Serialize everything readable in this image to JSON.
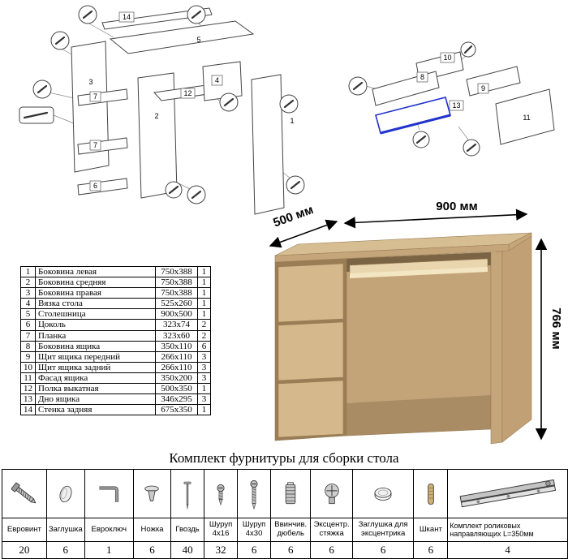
{
  "parts_table": {
    "rows": [
      {
        "num": "1",
        "name": "Боковина левая",
        "size": "750x388",
        "qty": "1"
      },
      {
        "num": "2",
        "name": "Боковина средняя",
        "size": "750x388",
        "qty": "1"
      },
      {
        "num": "3",
        "name": "Боковина правая",
        "size": "750x388",
        "qty": "1"
      },
      {
        "num": "4",
        "name": "Вязка стола",
        "size": "525x260",
        "qty": "1"
      },
      {
        "num": "5",
        "name": "Столешница",
        "size": "900x500",
        "qty": "1"
      },
      {
        "num": "6",
        "name": "Цоколь",
        "size": "323x74",
        "qty": "2"
      },
      {
        "num": "7",
        "name": "Планка",
        "size": "323x60",
        "qty": "2"
      },
      {
        "num": "8",
        "name": "Боковина ящика",
        "size": "350x110",
        "qty": "6"
      },
      {
        "num": "9",
        "name": "Щит ящика передний",
        "size": "266x110",
        "qty": "3"
      },
      {
        "num": "10",
        "name": "Щит ящика задний",
        "size": "266x110",
        "qty": "3"
      },
      {
        "num": "11",
        "name": "Фасад ящика",
        "size": "350x200",
        "qty": "3"
      },
      {
        "num": "12",
        "name": "Полка выкатная",
        "size": "500x350",
        "qty": "1"
      },
      {
        "num": "13",
        "name": "Дно ящика",
        "size": "346x295",
        "qty": "3"
      },
      {
        "num": "14",
        "name": "Стенка задняя",
        "size": "675x350",
        "qty": "1"
      }
    ]
  },
  "desk": {
    "width_label": "900 мм",
    "depth_label": "500 мм",
    "height_label": "766 мм"
  },
  "diagram_left": {
    "labels": {
      "p14": "14",
      "p5": "5",
      "p3": "3",
      "p7a": "7",
      "p7b": "7",
      "p6": "6",
      "p2": "2",
      "p12": "12",
      "p4": "4",
      "p1": "1"
    }
  },
  "diagram_right": {
    "labels": {
      "p10": "10",
      "p8": "8",
      "p13": "13",
      "p9": "9",
      "p11": "11"
    }
  },
  "hardware": {
    "title": "Комплект фурнитуры для сборки стола",
    "items": [
      {
        "name": "Евровинт",
        "qty": "20",
        "icon": "euroscrew"
      },
      {
        "name": "Заглушка",
        "qty": "6",
        "icon": "cap"
      },
      {
        "name": "Евроключ",
        "qty": "1",
        "icon": "hexkey"
      },
      {
        "name": "Ножка",
        "qty": "6",
        "icon": "leg"
      },
      {
        "name": "Гвоздь",
        "qty": "40",
        "icon": "nail"
      },
      {
        "name": "Шуруп 4x16",
        "qty": "32",
        "icon": "screw-small"
      },
      {
        "name": "Шуруп 4x30",
        "qty": "6",
        "icon": "screw-long"
      },
      {
        "name": "Ввинчив. дюбель",
        "qty": "6",
        "icon": "threaded-dowel"
      },
      {
        "name": "Эксцентр. стяжка",
        "qty": "6",
        "icon": "eccentric-cam"
      },
      {
        "name": "Заглушка для эксцентрика",
        "qty": "6",
        "icon": "cam-cap"
      },
      {
        "name": "Шкант",
        "qty": "6",
        "icon": "wood-dowel"
      },
      {
        "name": "Комплект роликовых направляющих L=350мм",
        "qty": "4",
        "icon": "rail"
      }
    ]
  },
  "colors": {
    "wood_top": "#d7bd92",
    "wood_edge": "#c5a67b",
    "wood_side": "#c0a074",
    "wood_interior": "#c3a478",
    "drawer_face": "#d5b88c",
    "unit_back": "#9a7d55",
    "tray": "#e9d6ae",
    "shadow": "#7a6444",
    "highlight_blue": "#2233cc"
  }
}
